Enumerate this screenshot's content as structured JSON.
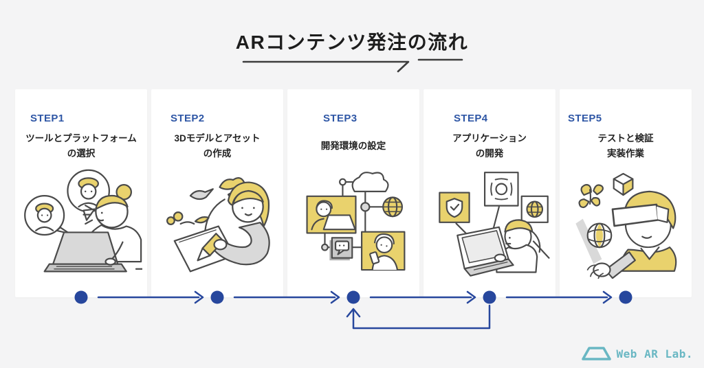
{
  "header": {
    "title": "ARコンテンツ発注の流れ"
  },
  "steps": [
    {
      "label": "STEP1",
      "title": "ツールとプラットフォーム\nの選択",
      "illustration": "woman-video-call-laptop"
    },
    {
      "label": "STEP2",
      "title": "3Dモデルとアセット\nの作成",
      "illustration": "woman-sketching-assets"
    },
    {
      "label": "STEP3",
      "title": "開発環境の設定",
      "illustration": "connected-devices-flowchart"
    },
    {
      "label": "STEP4",
      "title": "アプリケーション\nの開発",
      "illustration": "developer-laptop-app-badges"
    },
    {
      "label": "STEP5",
      "title": "テストと検証\n実装作業",
      "illustration": "person-vr-headset-testing"
    }
  ],
  "flow": {
    "dots": 5,
    "forward_arrows": 4,
    "loopback": {
      "from_step": "STEP4",
      "to_step": "STEP3"
    }
  },
  "logo": {
    "text": "Web AR Lab.",
    "icon": "ar-glasses-trapezoid-icon"
  },
  "colors": {
    "background": "#f4f4f5",
    "card": "#ffffff",
    "step_label_blue": "#2e56a5",
    "heading_dark": "#1d1d1d",
    "flow_blue": "#27479d",
    "logo_teal": "#69b7c3",
    "illustration_yellow": "#e9d26d",
    "illustration_gray": "#d9d9d9",
    "illustration_line": "#4a4a4a"
  }
}
